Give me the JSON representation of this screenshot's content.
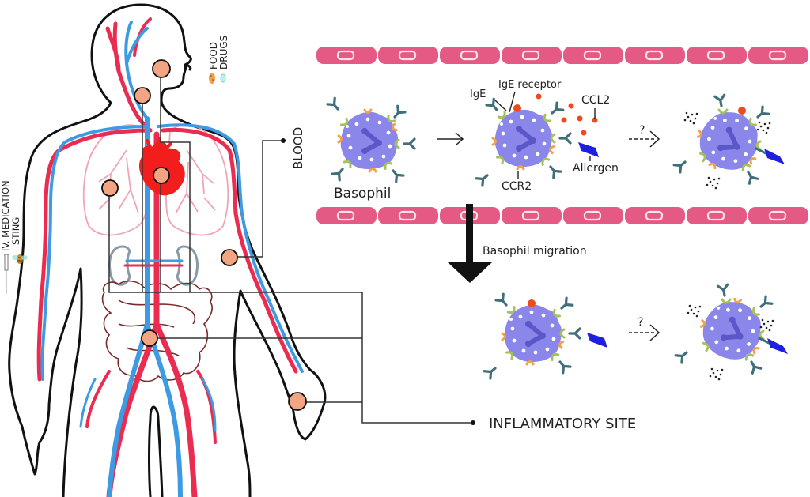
{
  "colors": {
    "artery": "#ea2c50",
    "vein": "#3d9be3",
    "lung": "#f2a4b6",
    "heart": "#f21e1e",
    "site": "#f3a482",
    "outline": "#111111",
    "vessel_wall": "#e45a85",
    "vessel_nucleus": "#fbe3ea",
    "cell_body": "#8a86ea",
    "cell_granule": "#ffffff",
    "nucleus": "#5b57c9",
    "ige": "#3f6f7a",
    "fc_receptor": "#a5c257",
    "ccr2": "#f2a04a",
    "ccl2": "#ee4a1f",
    "allergen": "#1f1fe0",
    "mediator_dots": "#222222",
    "arrow": "#111111"
  },
  "labels": {
    "food": "FOOD",
    "drugs": "DRUGS",
    "iv_medication": "IV. MEDICATION",
    "sting": "STING",
    "blood": "BLOOD",
    "basophil": "Basophil",
    "ige": "IgE",
    "ige_receptor": "IgE receptor",
    "ccl2": "CCL2",
    "ccr2": "CCR2",
    "allergen": "Allergen",
    "question": "?",
    "basophil_migration": "Basophil migration",
    "inflammatory_site": "INFLAMMATORY SITE"
  },
  "exposure_routes": [
    {
      "label": "FOOD",
      "icon": "cookie-icon"
    },
    {
      "label": "DRUGS",
      "icon": "pill-icon"
    },
    {
      "label": "IV. MEDICATION",
      "icon": "syringe-icon"
    },
    {
      "label": "STING",
      "icon": "bee-icon"
    }
  ],
  "compartments": [
    "BLOOD",
    "INFLAMMATORY SITE"
  ],
  "sequence_steps": [
    {
      "compartment": "BLOOD",
      "state": "resting basophil"
    },
    {
      "compartment": "BLOOD",
      "state": "IgE-bound basophil with CCL2 and allergen"
    },
    {
      "compartment": "BLOOD",
      "state": "activated basophil degranulating (uncertain)"
    },
    {
      "compartment": "INFLAMMATORY SITE",
      "state": "migrated basophil near allergen"
    },
    {
      "compartment": "INFLAMMATORY SITE",
      "state": "activated basophil degranulating (uncertain)"
    }
  ]
}
